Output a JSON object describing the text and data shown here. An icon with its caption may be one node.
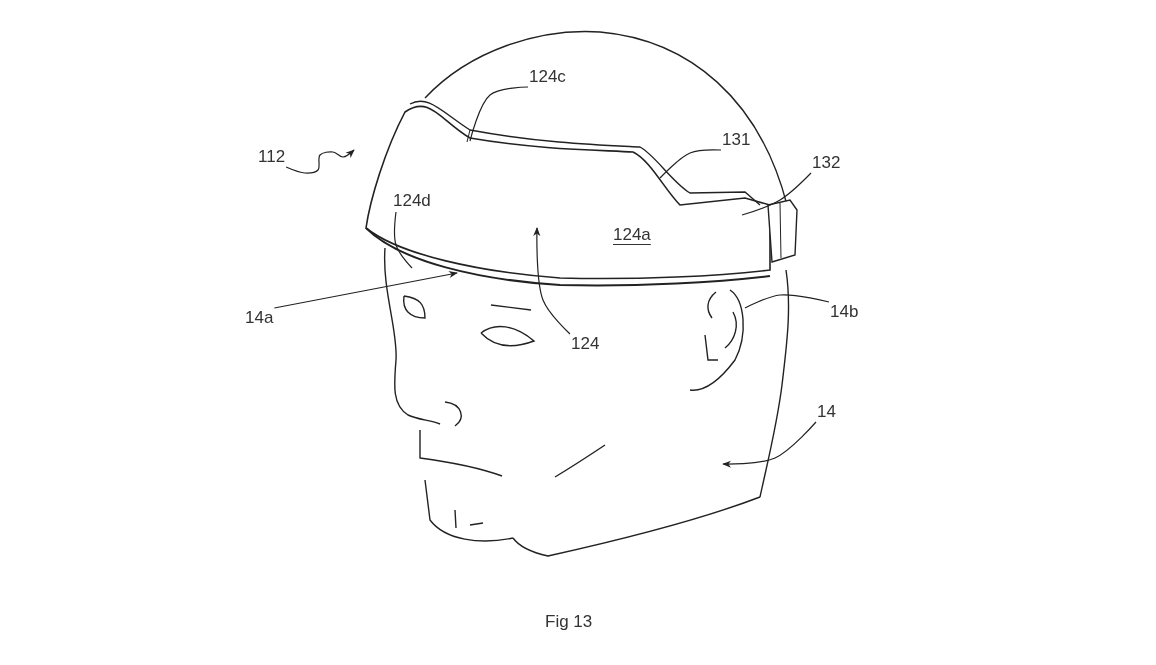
{
  "diagram": {
    "caption": "Fig 13",
    "nodes": [
      {
        "text": [],
        "shape": "picture"
      },
      {
        "text": [],
        "shape": "picture",
        "in": 0
      },
      {
        "text": [
          "112"
        ]
      },
      {
        "text": [
          "124c"
        ],
        "in": 0
      },
      {
        "text": [
          "131"
        ],
        "in": 0
      },
      {
        "text": [
          "132"
        ]
      },
      {
        "text": [
          "124d"
        ],
        "in": 1
      },
      {
        "text": [
          "14a"
        ]
      },
      {
        "text": [
          "124"
        ],
        "in": 0
      },
      {
        "text": [
          "14b"
        ]
      },
      {
        "text": [
          "14"
        ]
      }
    ],
    "edges": [
      {
        "from": 2,
        "to": 1,
        "arrow": "to"
      },
      {
        "from": 3,
        "to": 1,
        "arrow": "none"
      },
      {
        "from": 4,
        "to": 1,
        "arrow": "none"
      },
      {
        "from": 5,
        "to": 1,
        "arrow": "none"
      },
      {
        "from": 6,
        "to": 1,
        "arrow": "none"
      },
      {
        "from": 7,
        "to": 0,
        "arrow": "to"
      },
      {
        "from": 8,
        "to": 1,
        "arrow": "to"
      },
      {
        "from": 9,
        "to": 0,
        "arrow": "none"
      },
      {
        "from": 10,
        "to": 0,
        "arrow": "to"
      }
    ],
    "labels": [
      "124a"
    ]
  }
}
